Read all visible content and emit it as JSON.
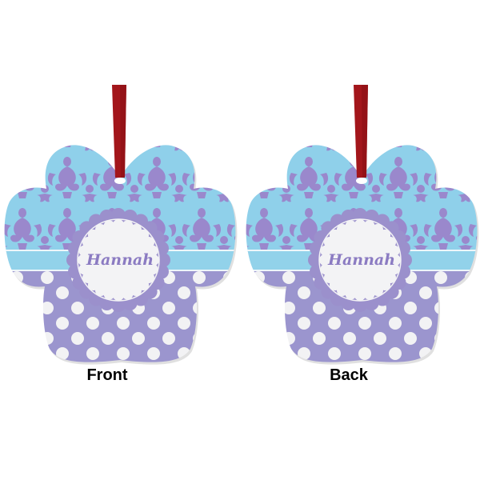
{
  "product": {
    "personalized_name": "Hannah",
    "views": [
      {
        "label": "Front"
      },
      {
        "label": "Back"
      }
    ]
  },
  "colors": {
    "ribbon": "#a3161b",
    "ribbon_dark": "#7d0e12",
    "damask_bg": "#8fd0ea",
    "damask_motif": "#9a88cc",
    "band": "#92d2ea",
    "polka_bg": "#9b95ce",
    "polka_dot": "#f2f2f4",
    "badge_ring": "#9b90cc",
    "badge_fill": "#f3f3f5",
    "name_text": "#8b7bc2",
    "caption_text": "#000000"
  }
}
